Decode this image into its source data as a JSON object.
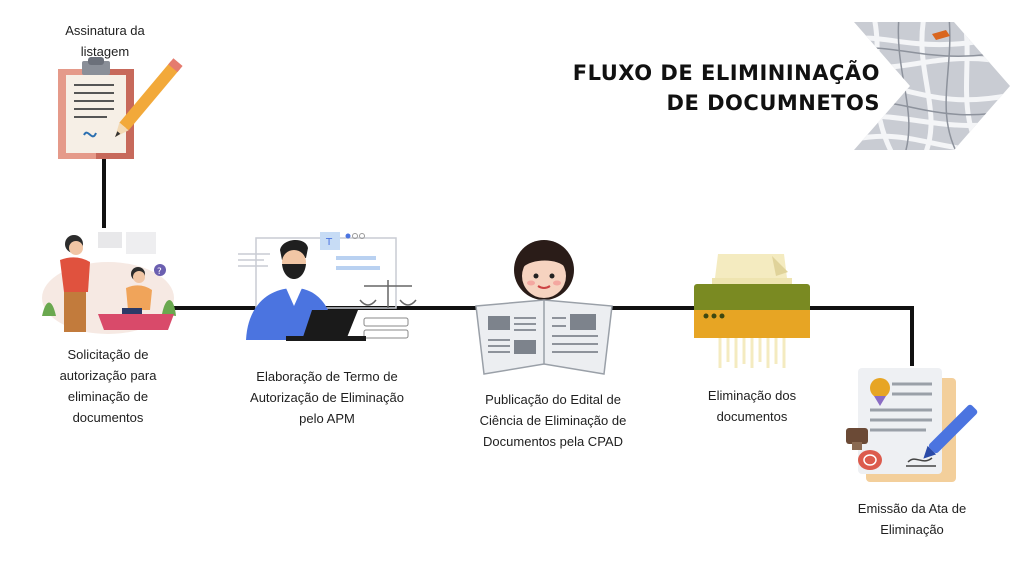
{
  "title": {
    "line1": "FLUXO DE ELIMININAÇÃO",
    "line2": "DE DOCUMNETOS"
  },
  "steps": [
    {
      "label": "Assinatura da listagem",
      "icon": "clipboard-pencil-icon"
    },
    {
      "label": "Solicitação de autorização para eliminação de documentos",
      "icon": "meeting-people-icon"
    },
    {
      "label": "Elaboração de Termo de Autorização de Eliminação pelo APM",
      "icon": "man-laptop-icon"
    },
    {
      "label": "Publicação do Edital de Ciência de Eliminação de Documentos pela CPAD",
      "icon": "woman-newspaper-icon"
    },
    {
      "label": "Eliminação dos documentos",
      "icon": "paper-shredder-icon"
    },
    {
      "label": "Emissão da Ata de Eliminação",
      "icon": "certificate-stamp-icon"
    }
  ],
  "colors": {
    "line": "#111111",
    "accent_orange": "#e7a524",
    "accent_blue": "#4b74e0",
    "accent_red": "#d94a3b",
    "shredder_olive": "#7a8a22"
  }
}
